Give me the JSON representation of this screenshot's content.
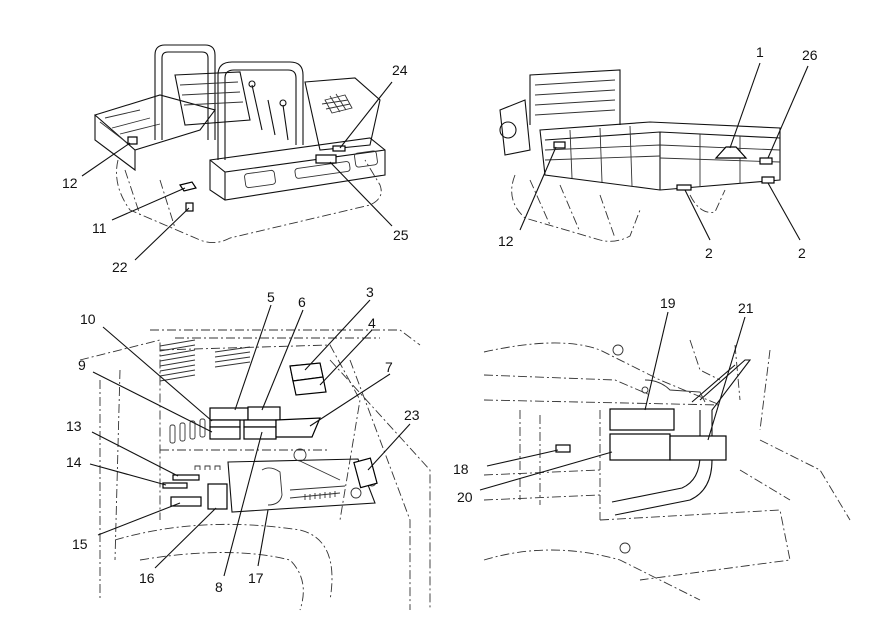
{
  "callouts": {
    "tl": [
      "24",
      "12",
      "11",
      "22",
      "25"
    ],
    "tr": [
      "1",
      "26",
      "12",
      "2",
      "2"
    ],
    "bl": [
      "5",
      "6",
      "3",
      "4",
      "10",
      "9",
      "7",
      "13",
      "14",
      "23",
      "15",
      "16",
      "8",
      "17"
    ],
    "br": [
      "19",
      "21",
      "18",
      "20"
    ]
  }
}
